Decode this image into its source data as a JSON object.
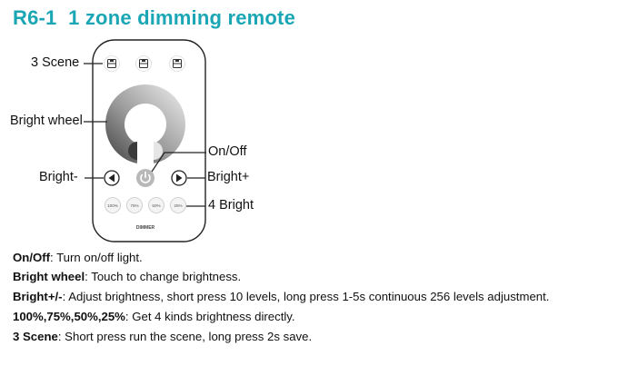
{
  "title": "R6-1  1 zone dimming remote",
  "callouts": {
    "scene": "3 Scene",
    "bright_wheel": "Bright wheel",
    "on_off": "On/Off",
    "bright_minus": "Bright-",
    "bright_plus": "Bright+",
    "four_bright": "4 Bright"
  },
  "remote": {
    "level_buttons": [
      "100%",
      "75%",
      "50%",
      "25%"
    ],
    "brand_label": "DIMMER"
  },
  "icons": {
    "scene": "save-icon",
    "power": "power-icon",
    "left": "triangle-left-icon",
    "right": "triangle-right-icon"
  },
  "colors": {
    "title": "#1ba6b5"
  },
  "descriptions": [
    {
      "term": "On/Off",
      "text": ": Turn on/off light."
    },
    {
      "term": "Bright wheel",
      "text": ": Touch to change brightness."
    },
    {
      "term": "Bright+/-",
      "text": ": Adjust brightness, short press 10 levels, long press 1-5s continuous 256 levels adjustment."
    },
    {
      "term": "100%,75%,50%,25%",
      "text": ": Get 4 kinds brightness directly."
    },
    {
      "term": "3 Scene",
      "text": ": Short press run the scene, long press 2s save."
    }
  ]
}
